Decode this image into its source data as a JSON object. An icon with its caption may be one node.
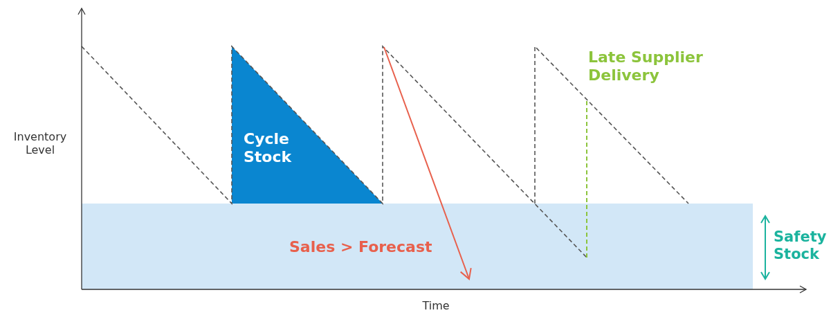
{
  "diagram": {
    "labels": [
      "Inventory Level",
      "Cycle Stock",
      "Late Supplier Delivery",
      "Sales > Forecast",
      "Safety Stock",
      "Time"
    ]
  }
}
